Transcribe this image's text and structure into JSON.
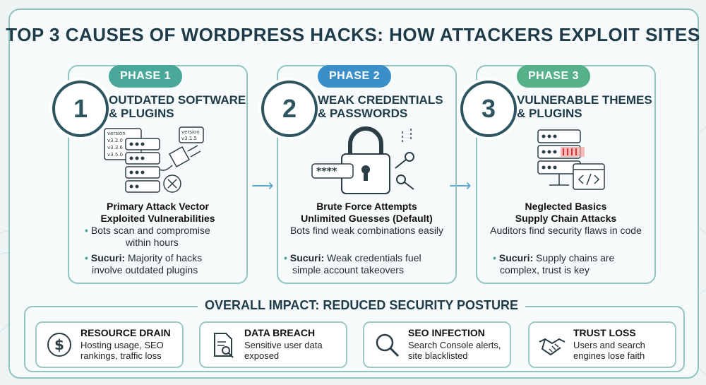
{
  "title": "TOP 3 CAUSES OF WORDPRESS HACKS: HOW ATTACKERS EXPLOIT SITES",
  "colors": {
    "teal": "#4aa89a",
    "blue": "#3b8fc9",
    "green": "#56b089",
    "dark": "#1d3b48"
  },
  "cards": [
    {
      "phase": "PHASE 1",
      "number": "1",
      "title_l1": "OUTDATED SOFTWARE",
      "title_l2": "& PLUGINS",
      "versions_a": [
        "version",
        "v3.2.0",
        "v3.3.6",
        "v3.5.0"
      ],
      "versions_b": [
        "version",
        "v3.1.5"
      ],
      "heading1": "Primary Attack Vector",
      "heading2": "Exploited Vulnerabilities",
      "line_l1": "Bots scan and compromise",
      "line_l2": "within hours",
      "source": "Sucuri:",
      "source_l1": "Majority of hacks",
      "source_l2": "involve outdated plugins"
    },
    {
      "phase": "PHASE 2",
      "number": "2",
      "title_l1": "WEAK CREDENTIALS",
      "title_l2": "& PASSWORDS",
      "password": "****",
      "heading1": "Brute Force Attempts",
      "heading2": "Unlimited Guesses (Default)",
      "line_l1": "Bots find weak combinations easily",
      "source": "Sucuri:",
      "source_l1": "Weak credentials fuel",
      "source_l2": "simple account takeovers"
    },
    {
      "phase": "PHASE 3",
      "number": "3",
      "title_l1": "VULNERABLE THEMES",
      "title_l2": "& PLUGINS",
      "heading1": "Neglected Basics",
      "heading2": "Supply Chain Attacks",
      "line_l1": "Auditors find security flaws in code",
      "source": "Sucuri:",
      "source_l1": "Supply chains are",
      "source_l2": "complex, trust is key"
    }
  ],
  "impact": {
    "title": "OVERALL IMPACT: REDUCED SECURITY POSTURE",
    "items": [
      {
        "title": "RESOURCE DRAIN",
        "d1": "Hosting usage, SEO",
        "d2": "rankings, traffic loss"
      },
      {
        "title": "DATA BREACH",
        "d1": "Sensitive user data",
        "d2": "exposed"
      },
      {
        "title": "SEO INFECTION",
        "d1": "Search Console alerts,",
        "d2": "site blacklisted"
      },
      {
        "title": "TRUST LOSS",
        "d1": "Users and search",
        "d2": "engines lose faith"
      }
    ]
  }
}
